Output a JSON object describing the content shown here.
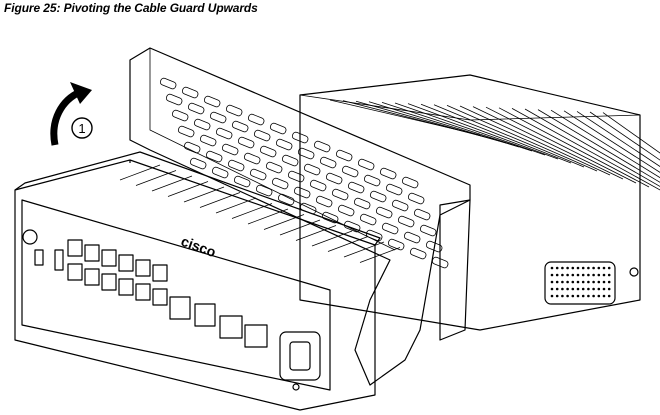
{
  "figure": {
    "caption": "Figure 25: Pivoting the Cable Guard Upwards",
    "step_label": "1",
    "brand_logo_text": "cisco"
  },
  "colors": {
    "line": "#000000",
    "background": "#ffffff",
    "shade": "#d9d9d9"
  }
}
